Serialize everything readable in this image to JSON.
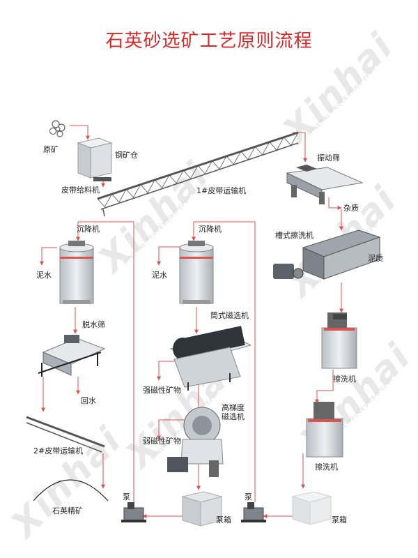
{
  "title": "石英砂选矿工艺原则流程",
  "watermark": {
    "brand": "Xinhai",
    "sub": "MINERAL PROCESSING EPC"
  },
  "colors": {
    "title": "#d42a2a",
    "flow_line": "#d9534f",
    "equipment": "#c9ced4",
    "text": "#222222"
  },
  "labels": {
    "raw_ore": "原矿",
    "steel_bin": "钢矿仓",
    "belt_feeder": "皮带给料机",
    "conveyor_1": "1#皮带运输机",
    "vibrating_screen": "振动筛",
    "impurities": "杂质",
    "trough_washer": "槽式擦洗机",
    "mud": "泥质",
    "settler_1": "沉降机",
    "settler_2": "沉降机",
    "mud_water_1": "泥水",
    "mud_water_2": "泥水",
    "dewatering_screen": "脱水筛",
    "return_water": "回水",
    "drum_magnetic": "筒式磁选机",
    "strong_magnetic": "强磁性矿物",
    "high_gradient_line1": "高梯度",
    "high_gradient_line2": "磁选机",
    "weak_magnetic": "弱磁性矿物",
    "scrubber_1": "擦洗机",
    "scrubber_2": "擦洗机",
    "conveyor_2": "2#皮带运输机",
    "quartz_concentrate": "石英精矿",
    "pump_1": "泵",
    "pump_2": "泵",
    "pump_box_1": "泵箱",
    "pump_box_2": "泵箱"
  }
}
